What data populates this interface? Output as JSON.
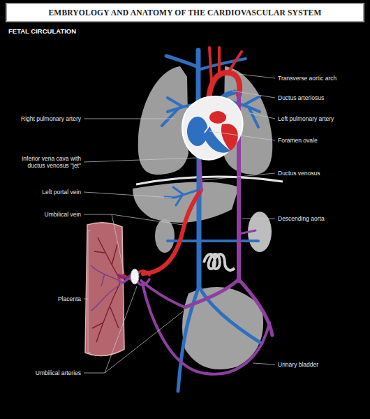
{
  "diagram": {
    "title": "EMBRYOLOGY AND ANATOMY OF THE CARDIOVASCULAR SYSTEM",
    "labels": [
      "FETAL CIRCULATION",
      "Transverse aortic arch",
      "Ductus arteriosus",
      "Right pulmonary artery",
      "Left pulmonary artery",
      "Inferior vena cava with ductus venosus \"jet\"",
      "Foramen ovale",
      "Ductus venosus",
      "Left portal vein",
      "Descending aorta",
      "Umbilical vein",
      "Placenta",
      "Urinary bladder",
      "Umbilical arteries"
    ]
  }
}
